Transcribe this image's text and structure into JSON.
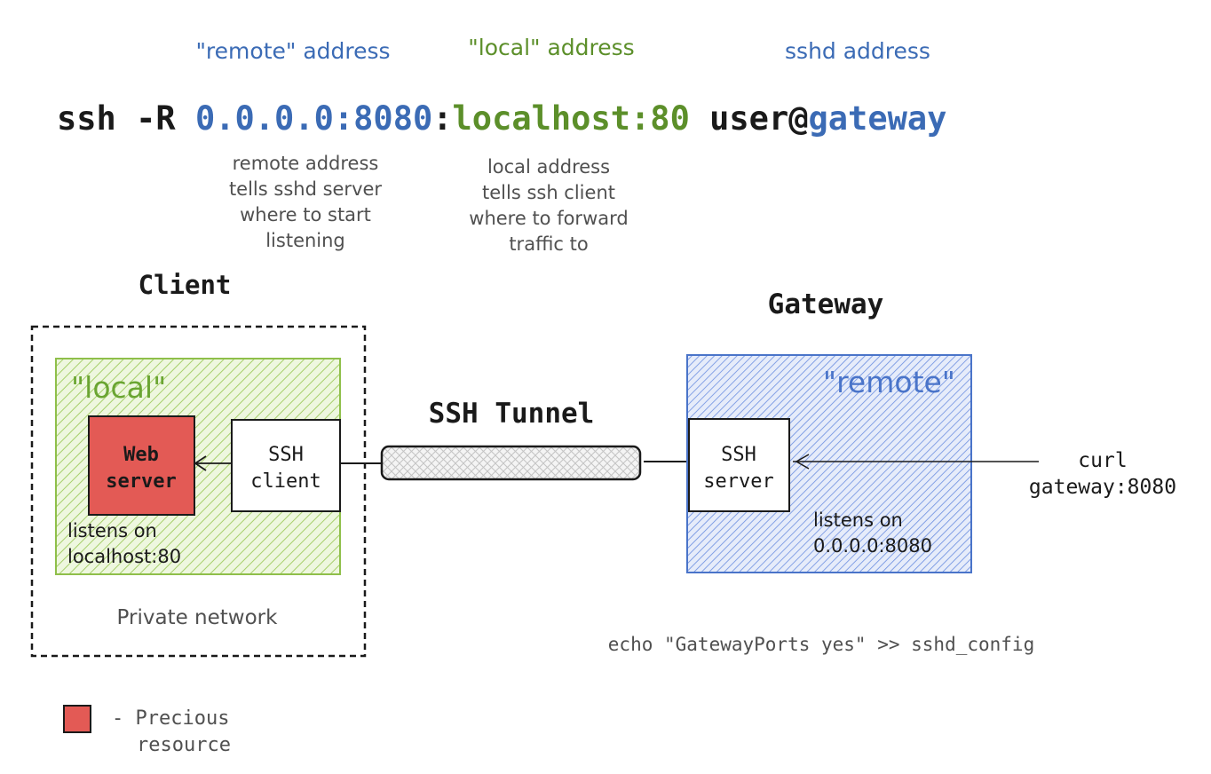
{
  "annotations": {
    "remote_label": "\"remote\" address",
    "local_label": "\"local\" address",
    "sshd_label": "sshd address"
  },
  "command": {
    "prefix": "ssh -R ",
    "remote_part": "0.0.0.0:8080",
    "separator": ":",
    "local_part": "localhost:80",
    "user_part": " user@",
    "host_part": "gateway"
  },
  "notes": {
    "remote_note": [
      "remote address",
      "tells sshd server",
      "where to start",
      "listening"
    ],
    "local_note": [
      "local address",
      "tells ssh client",
      "where to forward",
      "traffic to"
    ]
  },
  "client": {
    "title": "Client",
    "zone_label": "\"local\"",
    "web_server": [
      "Web",
      "server"
    ],
    "ssh_client": [
      "SSH",
      "client"
    ],
    "listens": [
      "listens on",
      "localhost:80"
    ],
    "network_label": "Private network"
  },
  "tunnel": {
    "label": "SSH Tunnel"
  },
  "gateway": {
    "title": "Gateway",
    "zone_label": "\"remote\"",
    "ssh_server": [
      "SSH",
      "server"
    ],
    "listens": [
      "listens on",
      "0.0.0.0:8080"
    ],
    "config_cmd": "echo \"GatewayPorts yes\" >> sshd_config"
  },
  "external": {
    "curl": [
      "curl",
      "gateway:8080"
    ]
  },
  "legend": {
    "text": [
      "- Precious",
      "resource"
    ]
  },
  "colors": {
    "blue": "#3b6bb5",
    "green": "#5c8f2a",
    "red": "#e35a55",
    "gray_text": "#505050"
  }
}
